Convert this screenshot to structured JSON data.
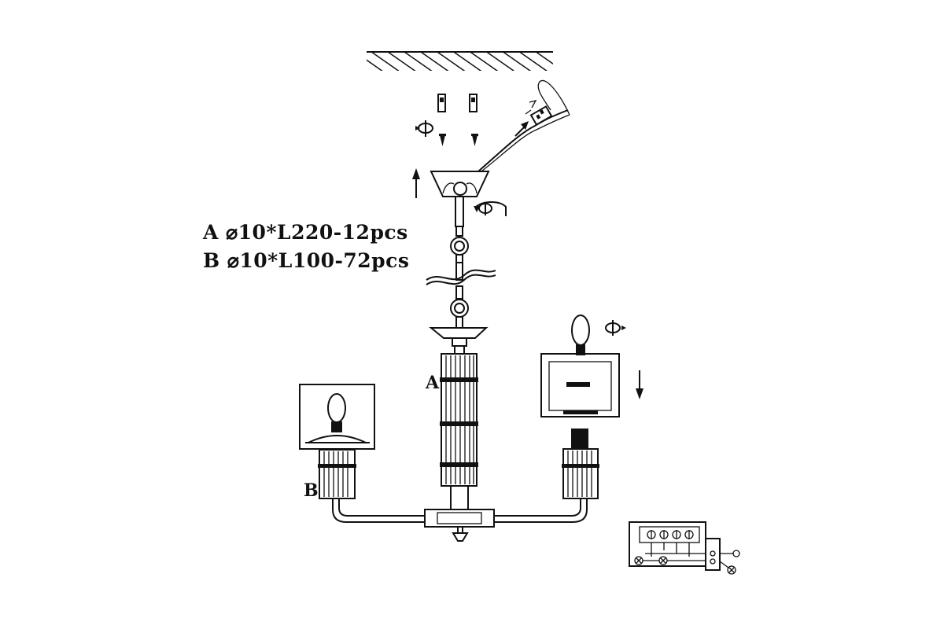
{
  "specs": {
    "a": "A ⌀10*L220-12pcs",
    "b": "B ⌀10*L100-72pcs"
  },
  "callouts": {
    "a": "A",
    "b": "B"
  }
}
